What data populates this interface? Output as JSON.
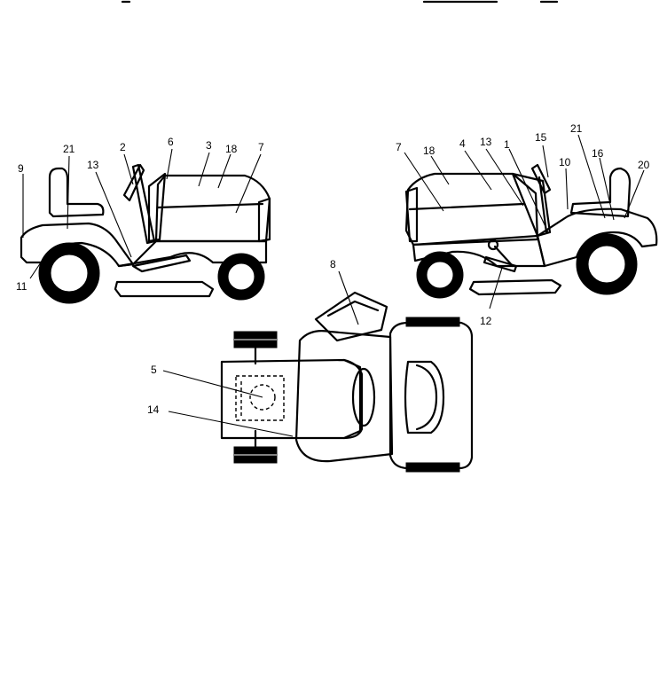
{
  "diagram": {
    "left_view": {
      "callouts": [
        "21",
        "2",
        "6",
        "3",
        "18",
        "7",
        "9",
        "13",
        "11"
      ]
    },
    "right_view": {
      "callouts": [
        "7",
        "18",
        "4",
        "13",
        "1",
        "15",
        "21",
        "10",
        "16",
        "20",
        "12"
      ]
    },
    "top_view": {
      "callouts": [
        "8",
        "5",
        "14"
      ]
    }
  }
}
